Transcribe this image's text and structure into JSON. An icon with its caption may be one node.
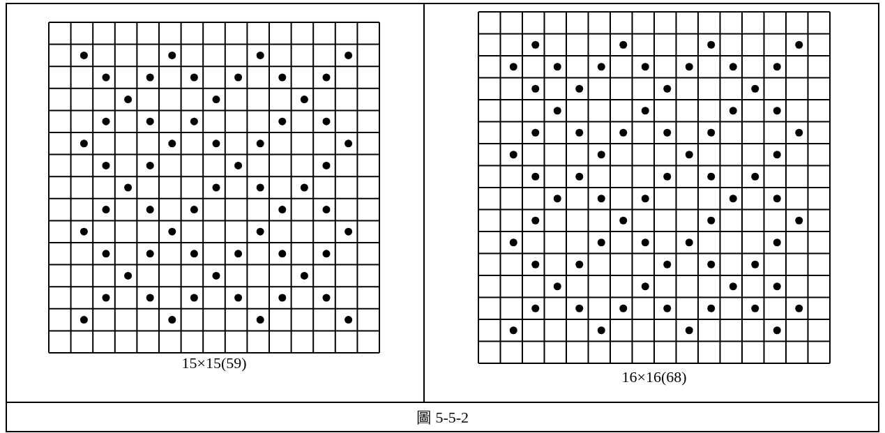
{
  "diagram": {
    "labels": [
      "15×15(59)",
      "16×16(68)",
      "圖 5-5-2"
    ]
  }
}
